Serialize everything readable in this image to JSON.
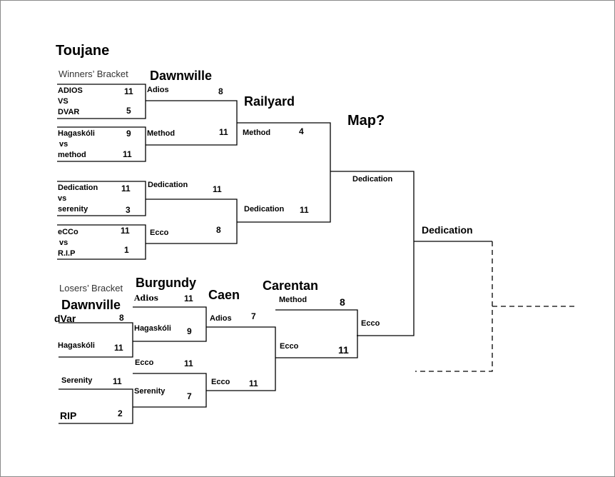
{
  "bracket": {
    "tournament_title": "Toujane",
    "winners_label": "Winners’ Bracket",
    "losers_label": "Losers’ Bracket",
    "final_map_label": "Map?",
    "winners": {
      "round1": [
        {
          "team_a": "ADIOS",
          "score_a": "11",
          "vs": "VS",
          "team_b": "DVAR",
          "score_b": "5"
        },
        {
          "team_a": "Hagaskóli",
          "score_a": "9",
          "vs": "vs",
          "team_b": "method",
          "score_b": "11"
        },
        {
          "team_a": "Dedication",
          "score_a": "11",
          "vs": "vs",
          "team_b": "serenity",
          "score_b": "3"
        },
        {
          "team_a": "eCCo",
          "score_a": "11",
          "vs": "vs",
          "team_b": "R.I.P",
          "score_b": "1"
        }
      ],
      "round2_map": "Dawnwille",
      "round2": [
        {
          "team_a": "Adios",
          "score_a": "8",
          "team_b": "Method",
          "score_b": "11"
        },
        {
          "team_a": "Dedication",
          "score_a": "11",
          "team_b": "Ecco",
          "score_b": "8"
        }
      ],
      "round3_map": "Railyard",
      "round3": {
        "team_a": "Method",
        "score_a": "4",
        "team_b": "Dedication",
        "score_b": "11"
      },
      "winner": "Dedication"
    },
    "losers": {
      "round1_map": "Dawnville",
      "round1": [
        {
          "team_a": "dVar",
          "score_a": "8",
          "team_b": "Hagaskóli",
          "score_b": "11"
        },
        {
          "team_a": "Serenity",
          "score_a": "11",
          "team_b": "RIP",
          "score_b": "2"
        }
      ],
      "round2_map": "Burgundy",
      "round2": [
        {
          "team_a": "Adios",
          "score_a": "11",
          "team_b": "Hagaskóli",
          "score_b": "9"
        },
        {
          "team_a": "Ecco",
          "score_a": "11",
          "team_b": "Serenity",
          "score_b": "7"
        }
      ],
      "round3_map": "Caen",
      "round3": {
        "team_a": "Adios",
        "score_a": "7",
        "team_b": "Ecco",
        "score_b": "11"
      },
      "round4_map": "Carentan",
      "round4": {
        "team_a": "Method",
        "score_a": "8",
        "team_b": "Ecco",
        "score_b": "11"
      },
      "winner": "Ecco"
    },
    "grand_final_team": "Dedication"
  },
  "colors": {
    "line": "#000000",
    "frame": "#8a8a8a",
    "background": "#ffffff"
  }
}
